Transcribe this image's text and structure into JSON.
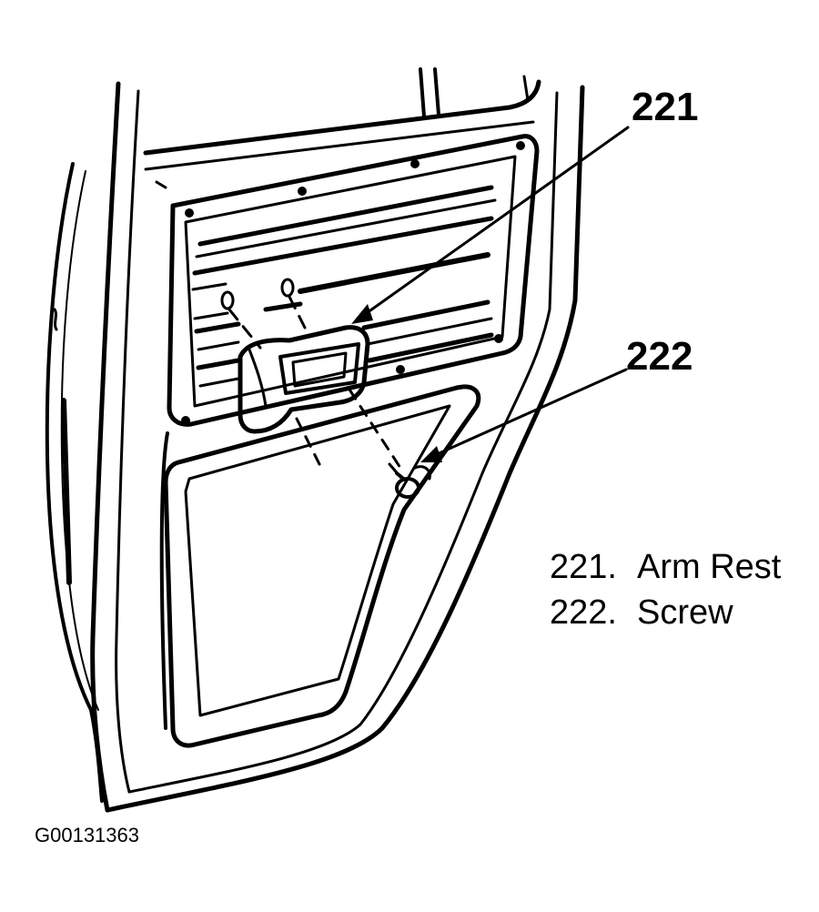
{
  "callouts": {
    "arm_rest_number": "221",
    "screw_number": "222"
  },
  "legend": [
    {
      "number": "221.",
      "label": "Arm Rest"
    },
    {
      "number": "222.",
      "label": "Screw"
    }
  ],
  "figure_id": "G00131363",
  "colors": {
    "ink": "#000000",
    "paper": "#ffffff"
  }
}
